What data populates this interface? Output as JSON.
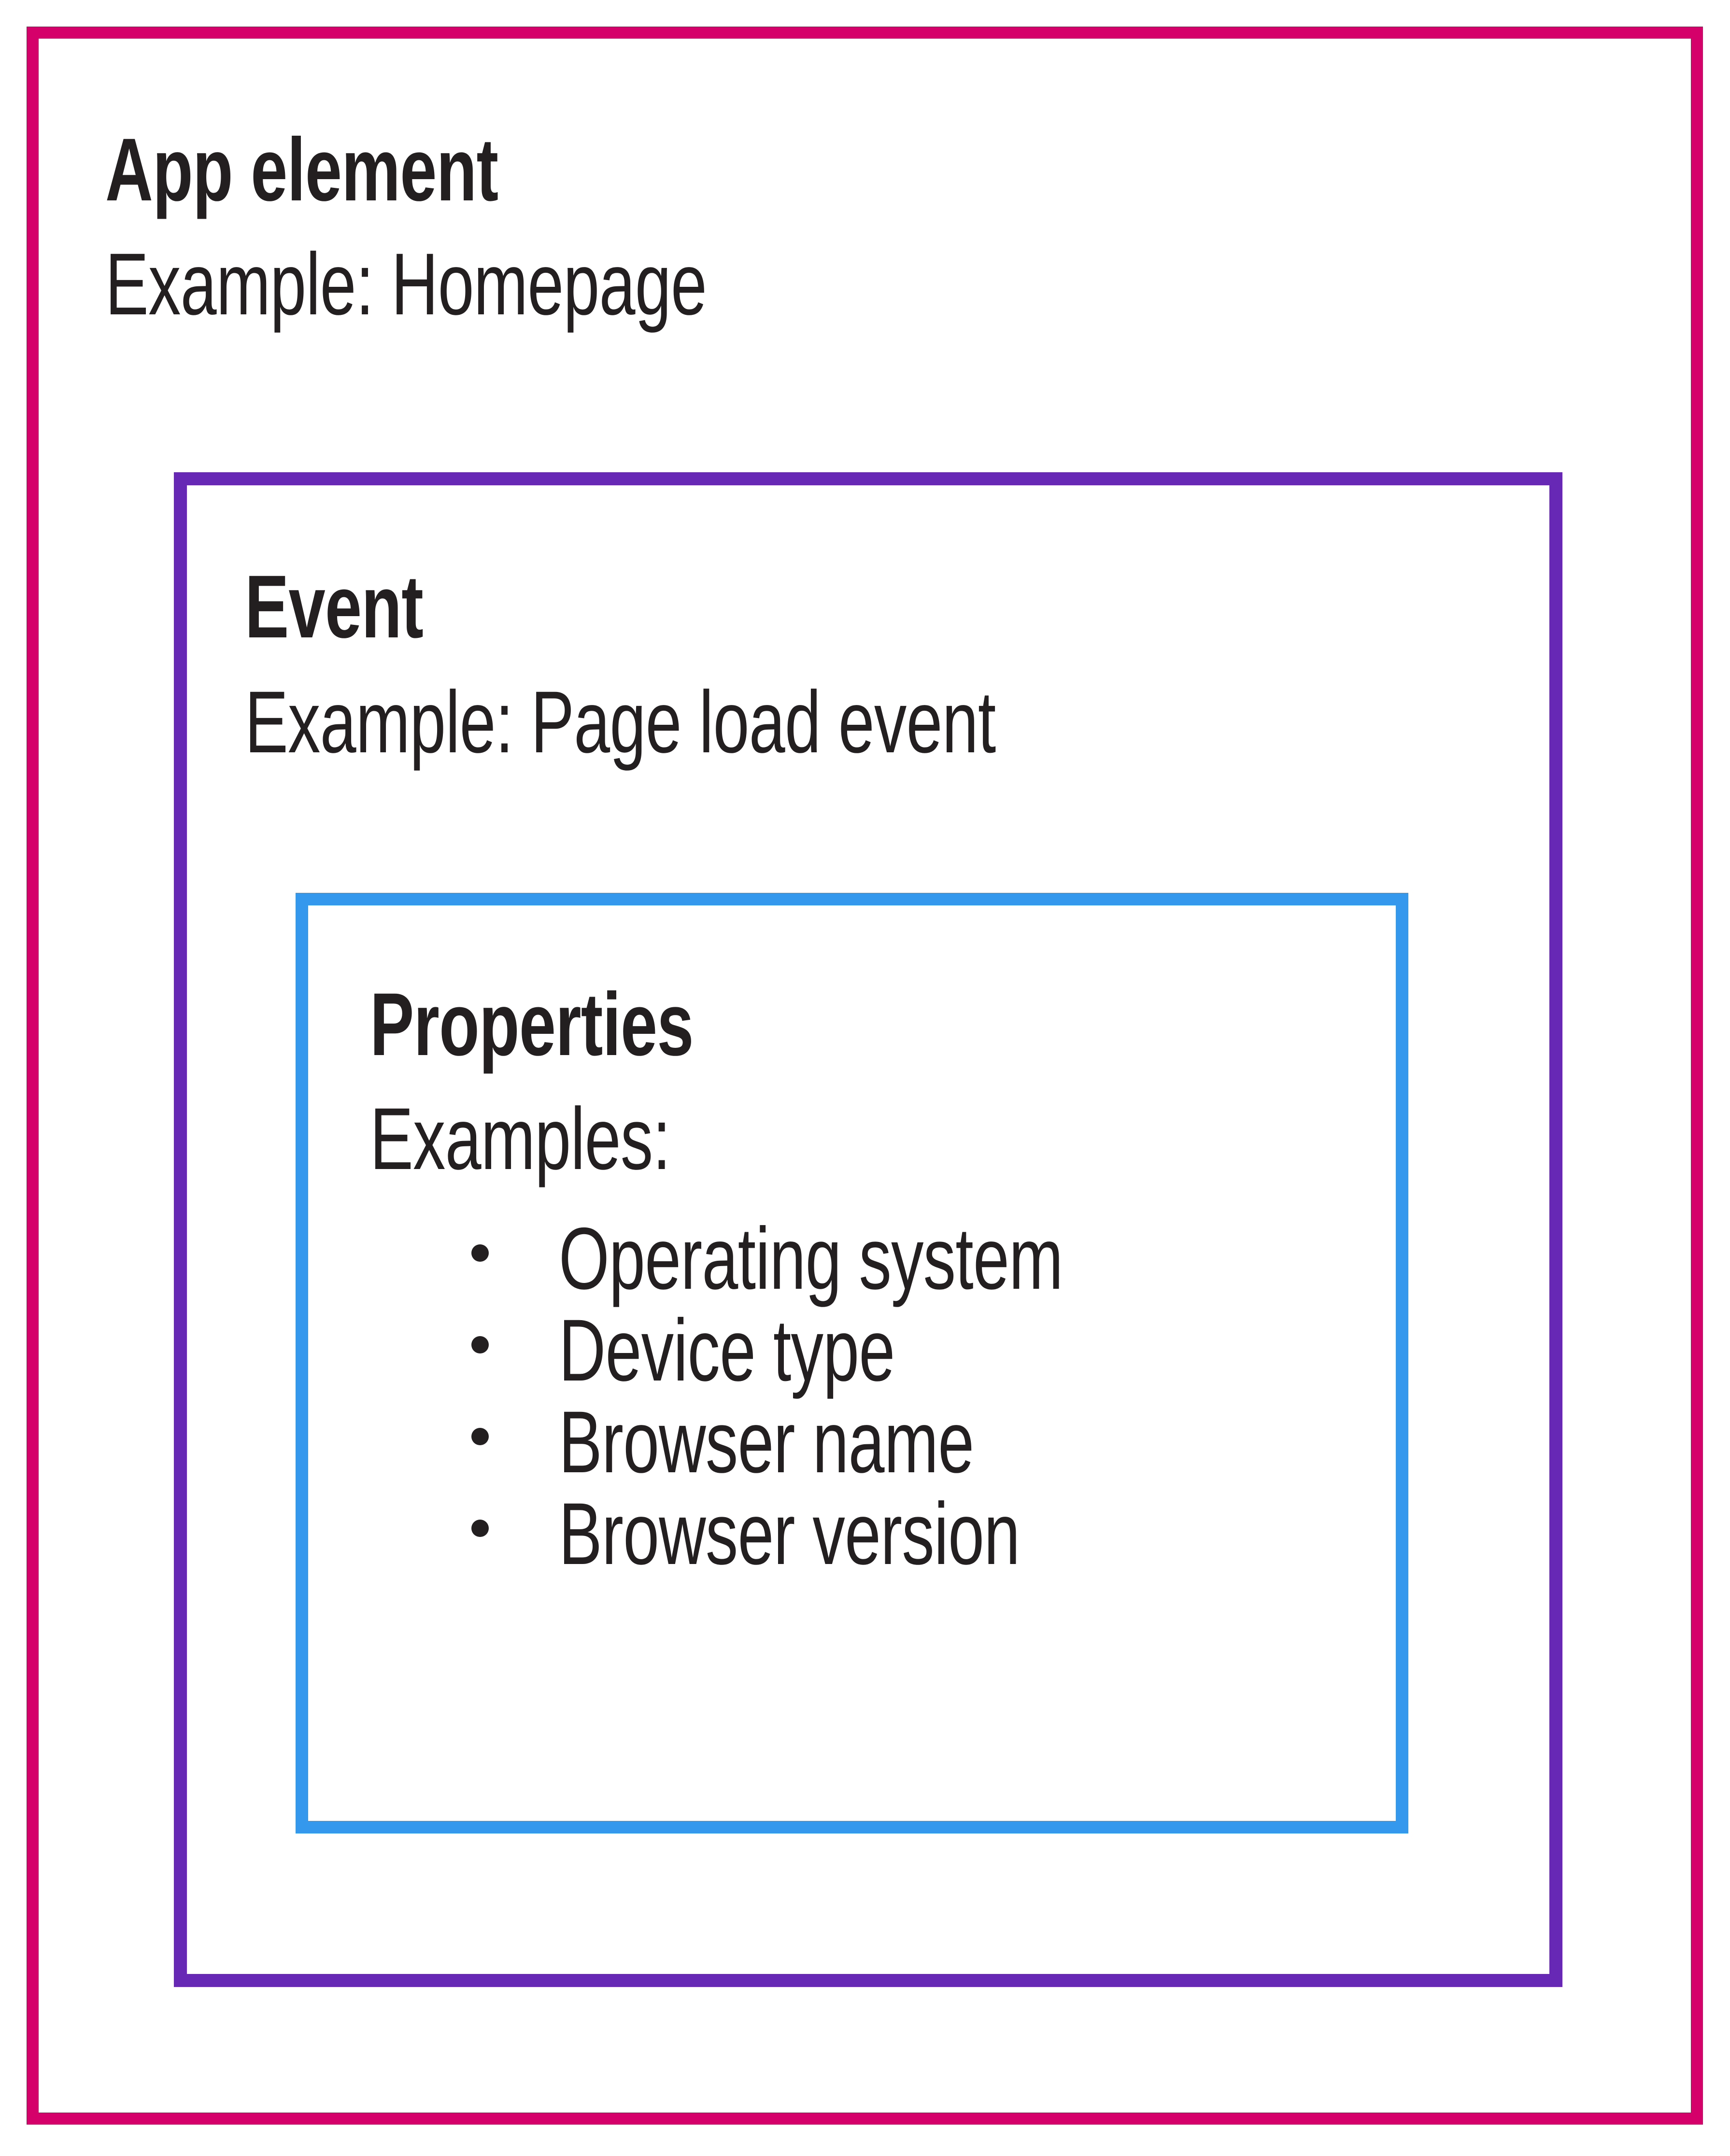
{
  "diagram": {
    "type": "nested-hierarchy",
    "levels": [
      {
        "id": "app-element",
        "title": "App element",
        "subtitle": "Example: Homepage",
        "border_color": "#D6006A",
        "border_name": "pink"
      },
      {
        "id": "event",
        "title": "Event",
        "subtitle": "Example: Page load event",
        "border_color": "#6628B5",
        "border_name": "purple"
      },
      {
        "id": "properties",
        "title": "Properties",
        "subtitle": "Examples:",
        "border_color": "#3498EC",
        "border_name": "blue",
        "items": [
          "Operating system",
          "Device type",
          "Browser name",
          "Browser version"
        ]
      }
    ]
  },
  "app_element": {
    "title": "App element",
    "subtitle": "Example: Homepage"
  },
  "event": {
    "title": "Event",
    "subtitle": "Example: Page load event"
  },
  "properties": {
    "title": "Properties",
    "subtitle": "Examples:",
    "items": [
      {
        "label": "Operating system"
      },
      {
        "label": "Device type"
      },
      {
        "label": "Browser name"
      },
      {
        "label": "Browser version"
      }
    ]
  },
  "colors": {
    "pink": "#D6006A",
    "purple": "#6628B5",
    "blue": "#3498EC",
    "text": "#231F20",
    "background": "#FFFFFF"
  }
}
